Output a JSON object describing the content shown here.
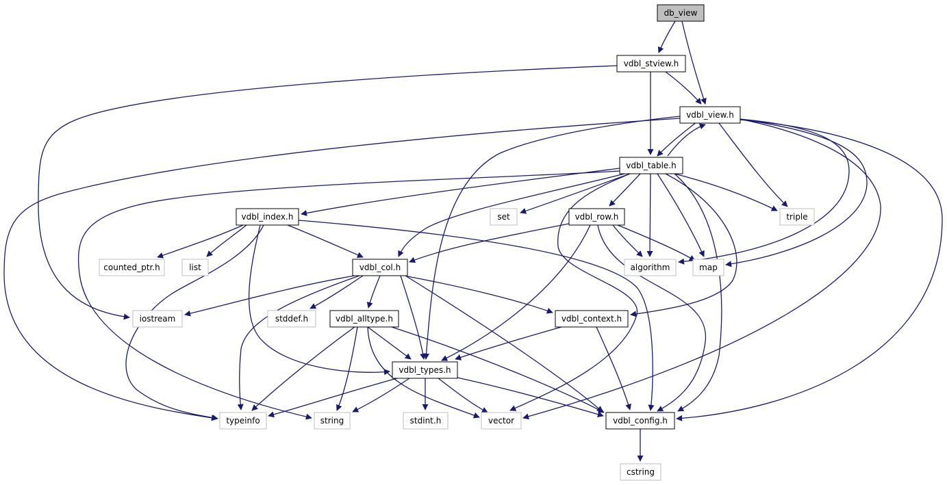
{
  "colors": {
    "edge": "#191970",
    "root_fill": "#bfbfbf",
    "internal_border": "#000000",
    "external_border": "#bfbfbf",
    "text": "#000000"
  },
  "nodes": [
    {
      "id": "db_view",
      "label": "db_view",
      "kind": "root"
    },
    {
      "id": "vdbl_stview",
      "label": "vdbl_stview.h",
      "kind": "internal"
    },
    {
      "id": "vdbl_view",
      "label": "vdbl_view.h",
      "kind": "internal"
    },
    {
      "id": "vdbl_table",
      "label": "vdbl_table.h",
      "kind": "internal"
    },
    {
      "id": "vdbl_index",
      "label": "vdbl_index.h",
      "kind": "internal"
    },
    {
      "id": "set",
      "label": "set",
      "kind": "external"
    },
    {
      "id": "vdbl_row",
      "label": "vdbl_row.h",
      "kind": "internal"
    },
    {
      "id": "triple",
      "label": "triple",
      "kind": "external"
    },
    {
      "id": "counted_ptr",
      "label": "counted_ptr.h",
      "kind": "external"
    },
    {
      "id": "list",
      "label": "list",
      "kind": "external"
    },
    {
      "id": "vdbl_col",
      "label": "vdbl_col.h",
      "kind": "internal"
    },
    {
      "id": "algorithm",
      "label": "algorithm",
      "kind": "external"
    },
    {
      "id": "map",
      "label": "map",
      "kind": "external"
    },
    {
      "id": "iostream",
      "label": "iostream",
      "kind": "external"
    },
    {
      "id": "stddef",
      "label": "stddef.h",
      "kind": "external"
    },
    {
      "id": "vdbl_alltype",
      "label": "vdbl_alltype.h",
      "kind": "internal"
    },
    {
      "id": "vdbl_context",
      "label": "vdbl_context.h",
      "kind": "internal"
    },
    {
      "id": "vdbl_types",
      "label": "vdbl_types.h",
      "kind": "internal"
    },
    {
      "id": "typeinfo",
      "label": "typeinfo",
      "kind": "external"
    },
    {
      "id": "string",
      "label": "string",
      "kind": "external"
    },
    {
      "id": "stdint",
      "label": "stdint.h",
      "kind": "external"
    },
    {
      "id": "vector",
      "label": "vector",
      "kind": "external"
    },
    {
      "id": "vdbl_config",
      "label": "vdbl_config.h",
      "kind": "internal"
    },
    {
      "id": "cstring",
      "label": "cstring",
      "kind": "external"
    }
  ],
  "edges": [
    {
      "from": "db_view",
      "to": "vdbl_stview"
    },
    {
      "from": "db_view",
      "to": "vdbl_view"
    },
    {
      "from": "vdbl_stview",
      "to": "vdbl_view"
    },
    {
      "from": "vdbl_stview",
      "to": "vdbl_table"
    },
    {
      "from": "vdbl_stview",
      "to": "iostream"
    },
    {
      "from": "vdbl_view",
      "to": "vdbl_table"
    },
    {
      "from": "vdbl_view",
      "to": "triple"
    },
    {
      "from": "vdbl_view",
      "to": "algorithm"
    },
    {
      "from": "vdbl_view",
      "to": "map"
    },
    {
      "from": "vdbl_view",
      "to": "typeinfo"
    },
    {
      "from": "vdbl_view",
      "to": "vdbl_types"
    },
    {
      "from": "vdbl_view",
      "to": "vector"
    },
    {
      "from": "vdbl_view",
      "to": "vdbl_config"
    },
    {
      "from": "vdbl_table",
      "to": "vdbl_view"
    },
    {
      "from": "vdbl_table",
      "to": "vdbl_index"
    },
    {
      "from": "vdbl_table",
      "to": "set"
    },
    {
      "from": "vdbl_table",
      "to": "vdbl_row"
    },
    {
      "from": "vdbl_table",
      "to": "triple"
    },
    {
      "from": "vdbl_table",
      "to": "vdbl_col"
    },
    {
      "from": "vdbl_table",
      "to": "algorithm"
    },
    {
      "from": "vdbl_table",
      "to": "map"
    },
    {
      "from": "vdbl_table",
      "to": "vdbl_context"
    },
    {
      "from": "vdbl_table",
      "to": "vdbl_config"
    },
    {
      "from": "vdbl_table",
      "to": "string"
    },
    {
      "from": "vdbl_table",
      "to": "vector"
    },
    {
      "from": "vdbl_index",
      "to": "counted_ptr"
    },
    {
      "from": "vdbl_index",
      "to": "list"
    },
    {
      "from": "vdbl_index",
      "to": "vdbl_col"
    },
    {
      "from": "vdbl_index",
      "to": "typeinfo"
    },
    {
      "from": "vdbl_index",
      "to": "vdbl_types"
    },
    {
      "from": "vdbl_index",
      "to": "vdbl_config"
    },
    {
      "from": "vdbl_row",
      "to": "vdbl_col"
    },
    {
      "from": "vdbl_row",
      "to": "algorithm"
    },
    {
      "from": "vdbl_row",
      "to": "map"
    },
    {
      "from": "vdbl_row",
      "to": "vdbl_types"
    },
    {
      "from": "vdbl_row",
      "to": "vdbl_config"
    },
    {
      "from": "vdbl_col",
      "to": "iostream"
    },
    {
      "from": "vdbl_col",
      "to": "stddef"
    },
    {
      "from": "vdbl_col",
      "to": "vdbl_alltype"
    },
    {
      "from": "vdbl_col",
      "to": "vdbl_context"
    },
    {
      "from": "vdbl_col",
      "to": "vdbl_types"
    },
    {
      "from": "vdbl_col",
      "to": "typeinfo"
    },
    {
      "from": "vdbl_col",
      "to": "vdbl_config"
    },
    {
      "from": "vdbl_alltype",
      "to": "vdbl_types"
    },
    {
      "from": "vdbl_alltype",
      "to": "typeinfo"
    },
    {
      "from": "vdbl_alltype",
      "to": "string"
    },
    {
      "from": "vdbl_alltype",
      "to": "vector"
    },
    {
      "from": "vdbl_alltype",
      "to": "vdbl_config"
    },
    {
      "from": "vdbl_context",
      "to": "vdbl_types"
    },
    {
      "from": "vdbl_context",
      "to": "vdbl_config"
    },
    {
      "from": "vdbl_types",
      "to": "typeinfo"
    },
    {
      "from": "vdbl_types",
      "to": "string"
    },
    {
      "from": "vdbl_types",
      "to": "stdint"
    },
    {
      "from": "vdbl_types",
      "to": "vector"
    },
    {
      "from": "vdbl_types",
      "to": "vdbl_config"
    },
    {
      "from": "vdbl_config",
      "to": "cstring"
    }
  ]
}
